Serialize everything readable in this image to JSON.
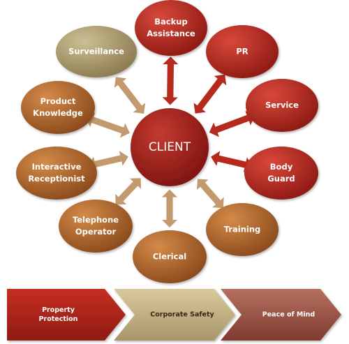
{
  "colors": {
    "red_dark": "#8e1a14",
    "red_mid": "#c0392b",
    "brown_dark": "#8a4a1c",
    "brown_mid": "#c67a3a",
    "tan_dark": "#8c7a50",
    "tan_mid": "#c4b487",
    "arrow_red": "#b52a1c",
    "arrow_tan": "#c29a6e",
    "mind_dark": "#7e3a2e",
    "mind_mid": "#b06a5a"
  },
  "center": {
    "label": "CLIENT"
  },
  "nodes": [
    {
      "id": "backup",
      "lines": [
        "Backup",
        "Assistance"
      ],
      "tone": "red"
    },
    {
      "id": "pr",
      "lines": [
        "PR"
      ],
      "tone": "red"
    },
    {
      "id": "service",
      "lines": [
        "Service"
      ],
      "tone": "red"
    },
    {
      "id": "bodyguard",
      "lines": [
        "Body",
        "Guard"
      ],
      "tone": "red"
    },
    {
      "id": "training",
      "lines": [
        "Training"
      ],
      "tone": "brown"
    },
    {
      "id": "clerical",
      "lines": [
        "Clerical"
      ],
      "tone": "brown"
    },
    {
      "id": "telephone",
      "lines": [
        "Telephone",
        "Operator"
      ],
      "tone": "brown"
    },
    {
      "id": "receptionist",
      "lines": [
        "Interactive",
        "Receptionist"
      ],
      "tone": "brown"
    },
    {
      "id": "product",
      "lines": [
        "Product",
        "Knowledge"
      ],
      "tone": "brown"
    },
    {
      "id": "surveillance",
      "lines": [
        "Surveillance"
      ],
      "tone": "tan"
    }
  ],
  "process": [
    {
      "id": "property",
      "lines": [
        "Property",
        "Protection"
      ],
      "tone": "red"
    },
    {
      "id": "safety",
      "lines": [
        "Corporate Safety"
      ],
      "tone": "tan"
    },
    {
      "id": "peace",
      "lines": [
        "Peace of Mind"
      ],
      "tone": "mind"
    }
  ]
}
